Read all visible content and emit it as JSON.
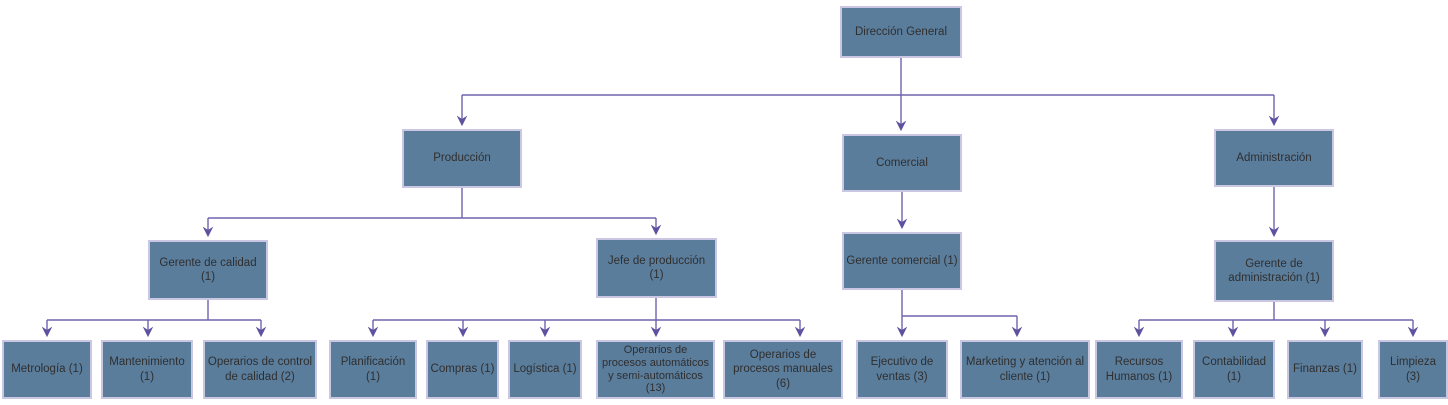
{
  "colors": {
    "node_fill": "#5b7d9c",
    "node_border": "#c9c7e2",
    "connector": "#6e63ab",
    "arrowhead": "#5d51a0",
    "text": "#2f2f2f",
    "background": "#ffffff"
  },
  "nodes": [
    {
      "id": "direccion-general",
      "label": "Dirección General"
    },
    {
      "id": "produccion",
      "label": "Producción"
    },
    {
      "id": "comercial",
      "label": "Comercial"
    },
    {
      "id": "administracion",
      "label": "Administración"
    },
    {
      "id": "gerente-calidad",
      "label": "Gerente de calidad (1)"
    },
    {
      "id": "jefe-produccion",
      "label": "Jefe de producción (1)"
    },
    {
      "id": "gerente-comercial",
      "label": "Gerente comercial (1)"
    },
    {
      "id": "gerente-administracion",
      "label": "Gerente de administración (1)"
    },
    {
      "id": "metrologia",
      "label": "Metrología (1)"
    },
    {
      "id": "mantenimiento",
      "label": "Mantenimiento (1)"
    },
    {
      "id": "operarios-control-calidad",
      "label": "Operarios de control de calidad (2)"
    },
    {
      "id": "planificacion",
      "label": "Planificación (1)"
    },
    {
      "id": "compras",
      "label": "Compras (1)"
    },
    {
      "id": "logistica",
      "label": "Logística (1)"
    },
    {
      "id": "operarios-automaticos",
      "label": "Operarios de procesos automáticos y semi-automáticos (13)"
    },
    {
      "id": "operarios-manuales",
      "label": "Operarios de procesos manuales (6)"
    },
    {
      "id": "ejecutivo-ventas",
      "label": "Ejecutivo de ventas (3)"
    },
    {
      "id": "marketing",
      "label": "Marketing y atención al cliente (1)"
    },
    {
      "id": "recursos-humanos",
      "label": "Recursos Humanos (1)"
    },
    {
      "id": "contabilidad",
      "label": "Contabilidad (1)"
    },
    {
      "id": "finanzas",
      "label": "Finanzas (1)"
    },
    {
      "id": "limpieza",
      "label": "Limpieza (3)"
    }
  ],
  "edges": [
    [
      "direccion-general",
      "produccion"
    ],
    [
      "direccion-general",
      "comercial"
    ],
    [
      "direccion-general",
      "administracion"
    ],
    [
      "produccion",
      "gerente-calidad"
    ],
    [
      "produccion",
      "jefe-produccion"
    ],
    [
      "comercial",
      "gerente-comercial"
    ],
    [
      "administracion",
      "gerente-administracion"
    ],
    [
      "gerente-calidad",
      "metrologia"
    ],
    [
      "gerente-calidad",
      "mantenimiento"
    ],
    [
      "gerente-calidad",
      "operarios-control-calidad"
    ],
    [
      "jefe-produccion",
      "planificacion"
    ],
    [
      "jefe-produccion",
      "compras"
    ],
    [
      "jefe-produccion",
      "logistica"
    ],
    [
      "jefe-produccion",
      "operarios-automaticos"
    ],
    [
      "jefe-produccion",
      "operarios-manuales"
    ],
    [
      "gerente-comercial",
      "ejecutivo-ventas"
    ],
    [
      "gerente-comercial",
      "marketing"
    ],
    [
      "gerente-administracion",
      "recursos-humanos"
    ],
    [
      "gerente-administracion",
      "contabilidad"
    ],
    [
      "gerente-administracion",
      "finanzas"
    ],
    [
      "gerente-administracion",
      "limpieza"
    ]
  ]
}
